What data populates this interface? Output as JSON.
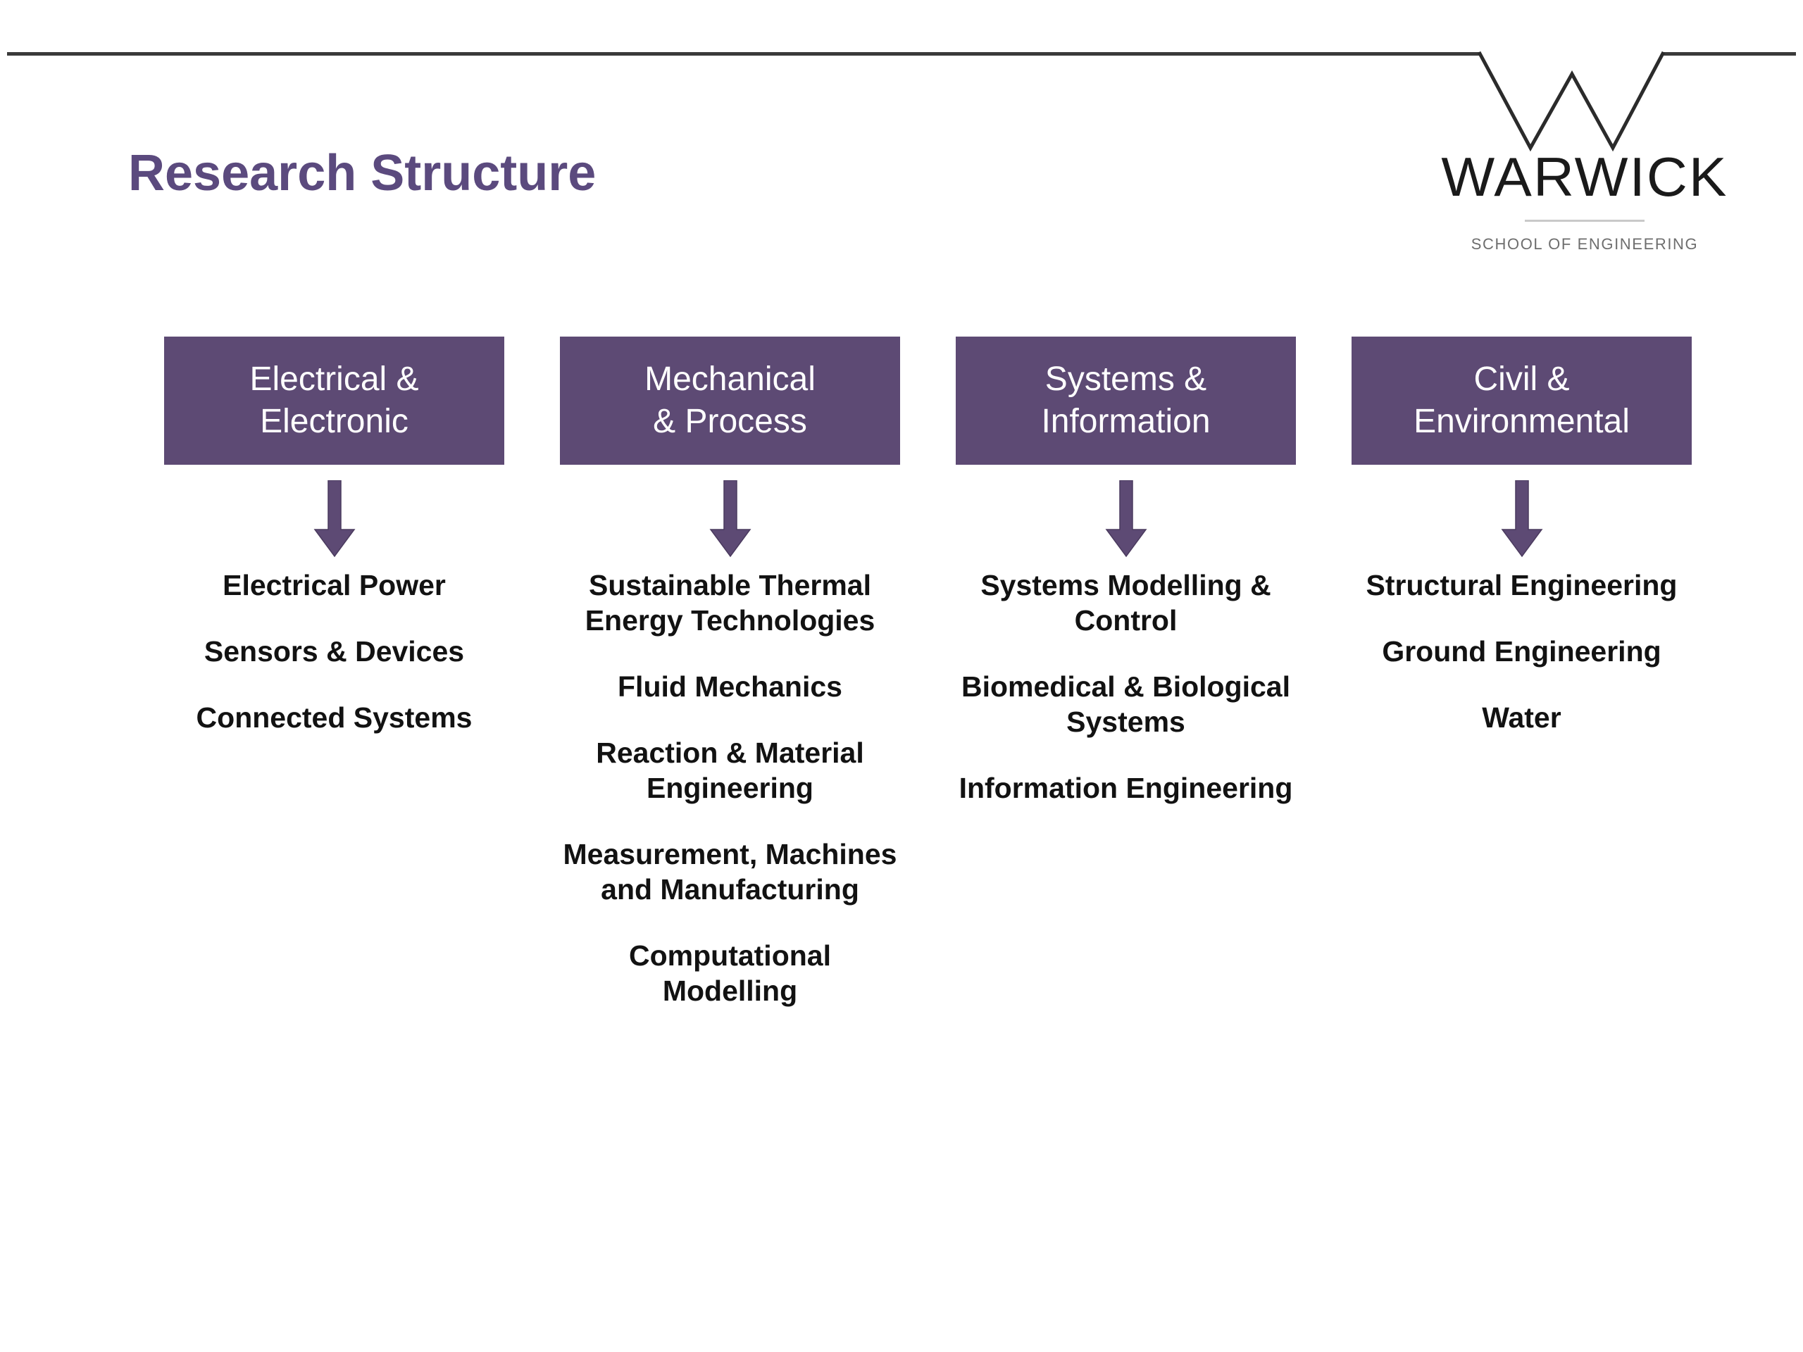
{
  "page_title": "Research Structure",
  "theme": {
    "title_color": "#5b4a7e",
    "box_color": "#5d4a74",
    "box_text_color": "#ffffff",
    "item_text_color": "#121212",
    "rule_color": "#3a3a3a",
    "arrow_color": "#5d4a74"
  },
  "logo": {
    "mark": "warwick-w-mark",
    "wordmark": "WARWICK",
    "subtitle": "SCHOOL OF ENGINEERING"
  },
  "columns": [
    {
      "header": "Electrical &\nElectronic",
      "header_line1": "Electrical &",
      "header_line2": "Electronic",
      "arrow": "down-arrow-icon",
      "items": [
        "Electrical Power",
        "Sensors & Devices",
        "Connected Systems"
      ]
    },
    {
      "header": "Mechanical\n& Process",
      "header_line1": "Mechanical",
      "header_line2": "& Process",
      "arrow": "down-arrow-icon",
      "items": [
        "Sustainable Thermal Energy Technologies",
        "Fluid Mechanics",
        "Reaction & Material Engineering",
        "Measurement, Machines and Manufacturing",
        "Computational Modelling"
      ]
    },
    {
      "header": "Systems &\nInformation",
      "header_line1": "Systems &",
      "header_line2": "Information",
      "arrow": "down-arrow-icon",
      "items": [
        "Systems Modelling & Control",
        "Biomedical & Biological Systems",
        "Information Engineering"
      ]
    },
    {
      "header": "Civil &\nEnvironmental",
      "header_line1": "Civil &",
      "header_line2": "Environmental",
      "arrow": "down-arrow-icon",
      "items": [
        "Structural Engineering",
        "Ground Engineering",
        "Water"
      ]
    }
  ]
}
